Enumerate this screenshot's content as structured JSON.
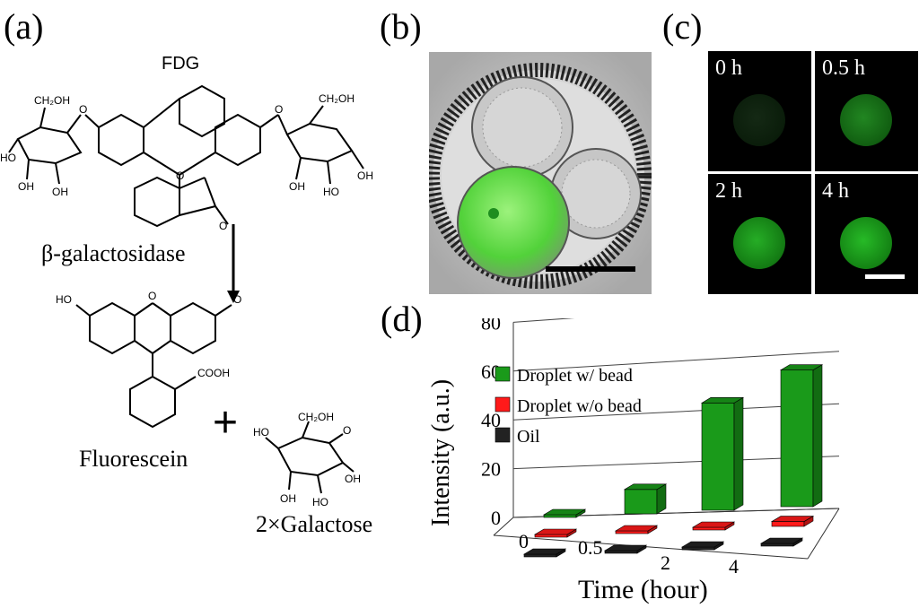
{
  "panels": {
    "a": "(a)",
    "b": "(b)",
    "c": "(c)",
    "d": "(d)"
  },
  "panel_a": {
    "fdg_label": "FDG",
    "enzyme_label": "β-galactosidase",
    "product_label": "Fluorescein",
    "galactose_label": "2×Galactose",
    "plus_sign": "+",
    "groups": {
      "ch2oh": "CH₂OH",
      "oh": "OH",
      "ho": "HO",
      "o": "O",
      "cooh": "COOH"
    }
  },
  "panel_c": {
    "frames": [
      {
        "label": "0 h",
        "intensity": 0.25
      },
      {
        "label": "0.5 h",
        "intensity": 0.75
      },
      {
        "label": "2 h",
        "intensity": 0.9
      },
      {
        "label": "4 h",
        "intensity": 0.95
      }
    ]
  },
  "chart_data": {
    "type": "bar",
    "title": "",
    "xlabel": "Time (hour)",
    "ylabel": "Intensity (a.u.)",
    "categories": [
      "0",
      "0.5",
      "2",
      "4"
    ],
    "ylim": [
      0,
      80
    ],
    "yticks": [
      "0",
      "20",
      "40",
      "60",
      "80"
    ],
    "series": [
      {
        "name": "Droplet w/ bead",
        "color": "#1a9a1a",
        "values": [
          0,
          10,
          44,
          56
        ]
      },
      {
        "name": "Droplet w/o bead",
        "color": "#ff1a1a",
        "values": [
          1,
          1,
          1,
          2
        ]
      },
      {
        "name": "Oil",
        "color": "#222222",
        "values": [
          0.5,
          0.5,
          0.5,
          0.5
        ]
      }
    ],
    "legend": "top-left",
    "style": "3d"
  }
}
